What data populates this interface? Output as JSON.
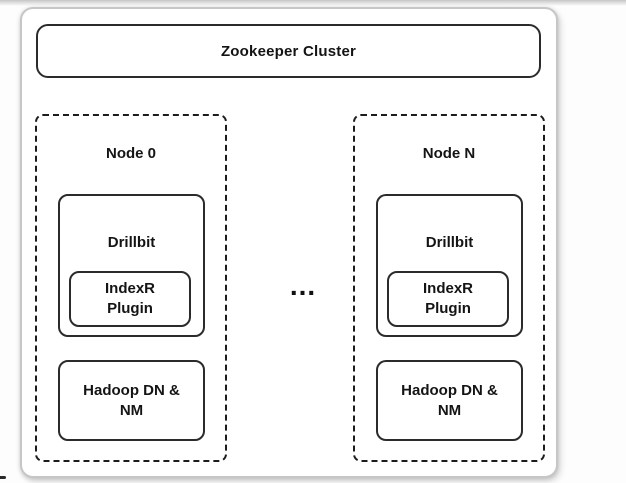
{
  "diagram": {
    "title_box": {
      "label": "Zookeeper Cluster"
    },
    "ellipsis": "...",
    "nodes": [
      {
        "label": "Node 0",
        "drillbit": {
          "label": "Drillbit",
          "plugin": {
            "line1": "IndexR",
            "line2": "Plugin"
          }
        },
        "hadoop": {
          "line1": "Hadoop DN &",
          "line2": "NM"
        }
      },
      {
        "label": "Node N",
        "drillbit": {
          "label": "Drillbit",
          "plugin": {
            "line1": "IndexR",
            "line2": "Plugin"
          }
        },
        "hadoop": {
          "line1": "Hadoop DN &",
          "line2": "NM"
        }
      }
    ],
    "colors": {
      "frame_border": "#c6c6c6",
      "box_border": "#2b2b2b",
      "dashed_border": "#1c1c1c",
      "background": "#ffffff",
      "text": "#141414"
    }
  }
}
